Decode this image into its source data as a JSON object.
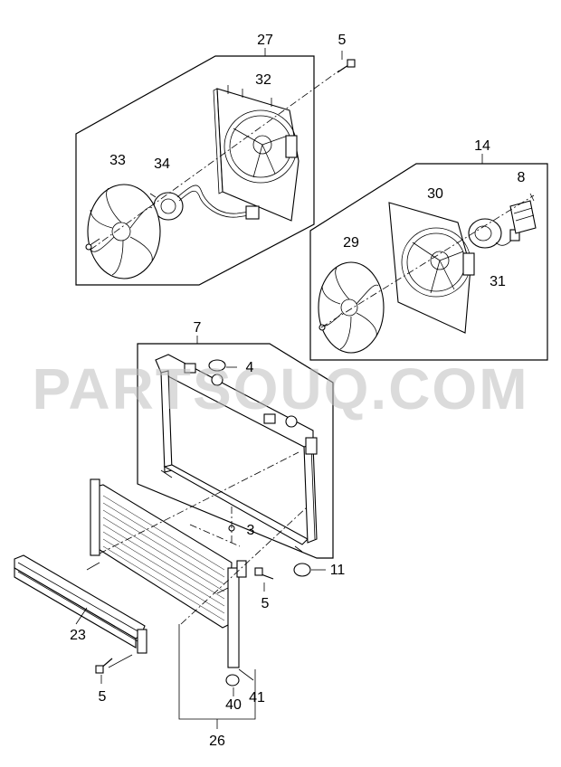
{
  "watermark": "PARTSOUQ.COM",
  "callouts": {
    "c27": "27",
    "c5_top": "5",
    "c32": "32",
    "c33": "33",
    "c34": "34",
    "c14": "14",
    "c8": "8",
    "c30": "30",
    "c29": "29",
    "c31": "31",
    "c7": "7",
    "c4": "4",
    "c3": "3",
    "c11": "11",
    "c5_mid": "5",
    "c23": "23",
    "c5_bot": "5",
    "c40": "40",
    "c41": "41",
    "c26": "26"
  }
}
